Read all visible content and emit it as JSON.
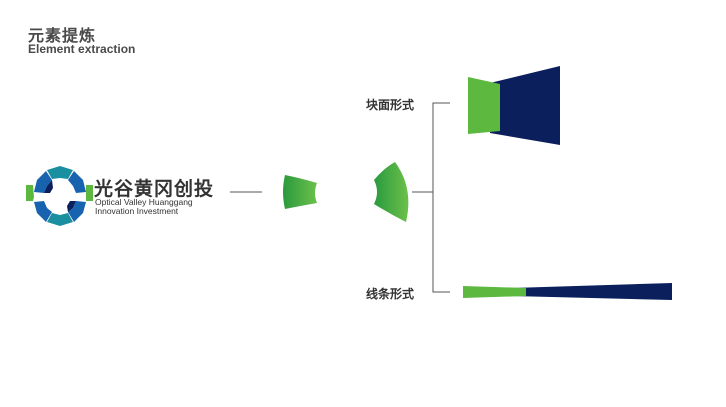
{
  "header": {
    "title_cn": "元素提炼",
    "title_en": "Element extraction"
  },
  "logo": {
    "name_cn": "光谷黄冈创投",
    "name_en_line1": "Optical Valley Huanggang",
    "name_en_line2": "Innovation Investment"
  },
  "labels": {
    "block_form": "块面形式",
    "line_form": "线条形式"
  },
  "colors": {
    "green": "#5db840",
    "green_dark": "#2a9a3e",
    "navy": "#0a1f5c",
    "blue": "#1763b0",
    "teal": "#1a8fa0",
    "connector": "#555555"
  }
}
